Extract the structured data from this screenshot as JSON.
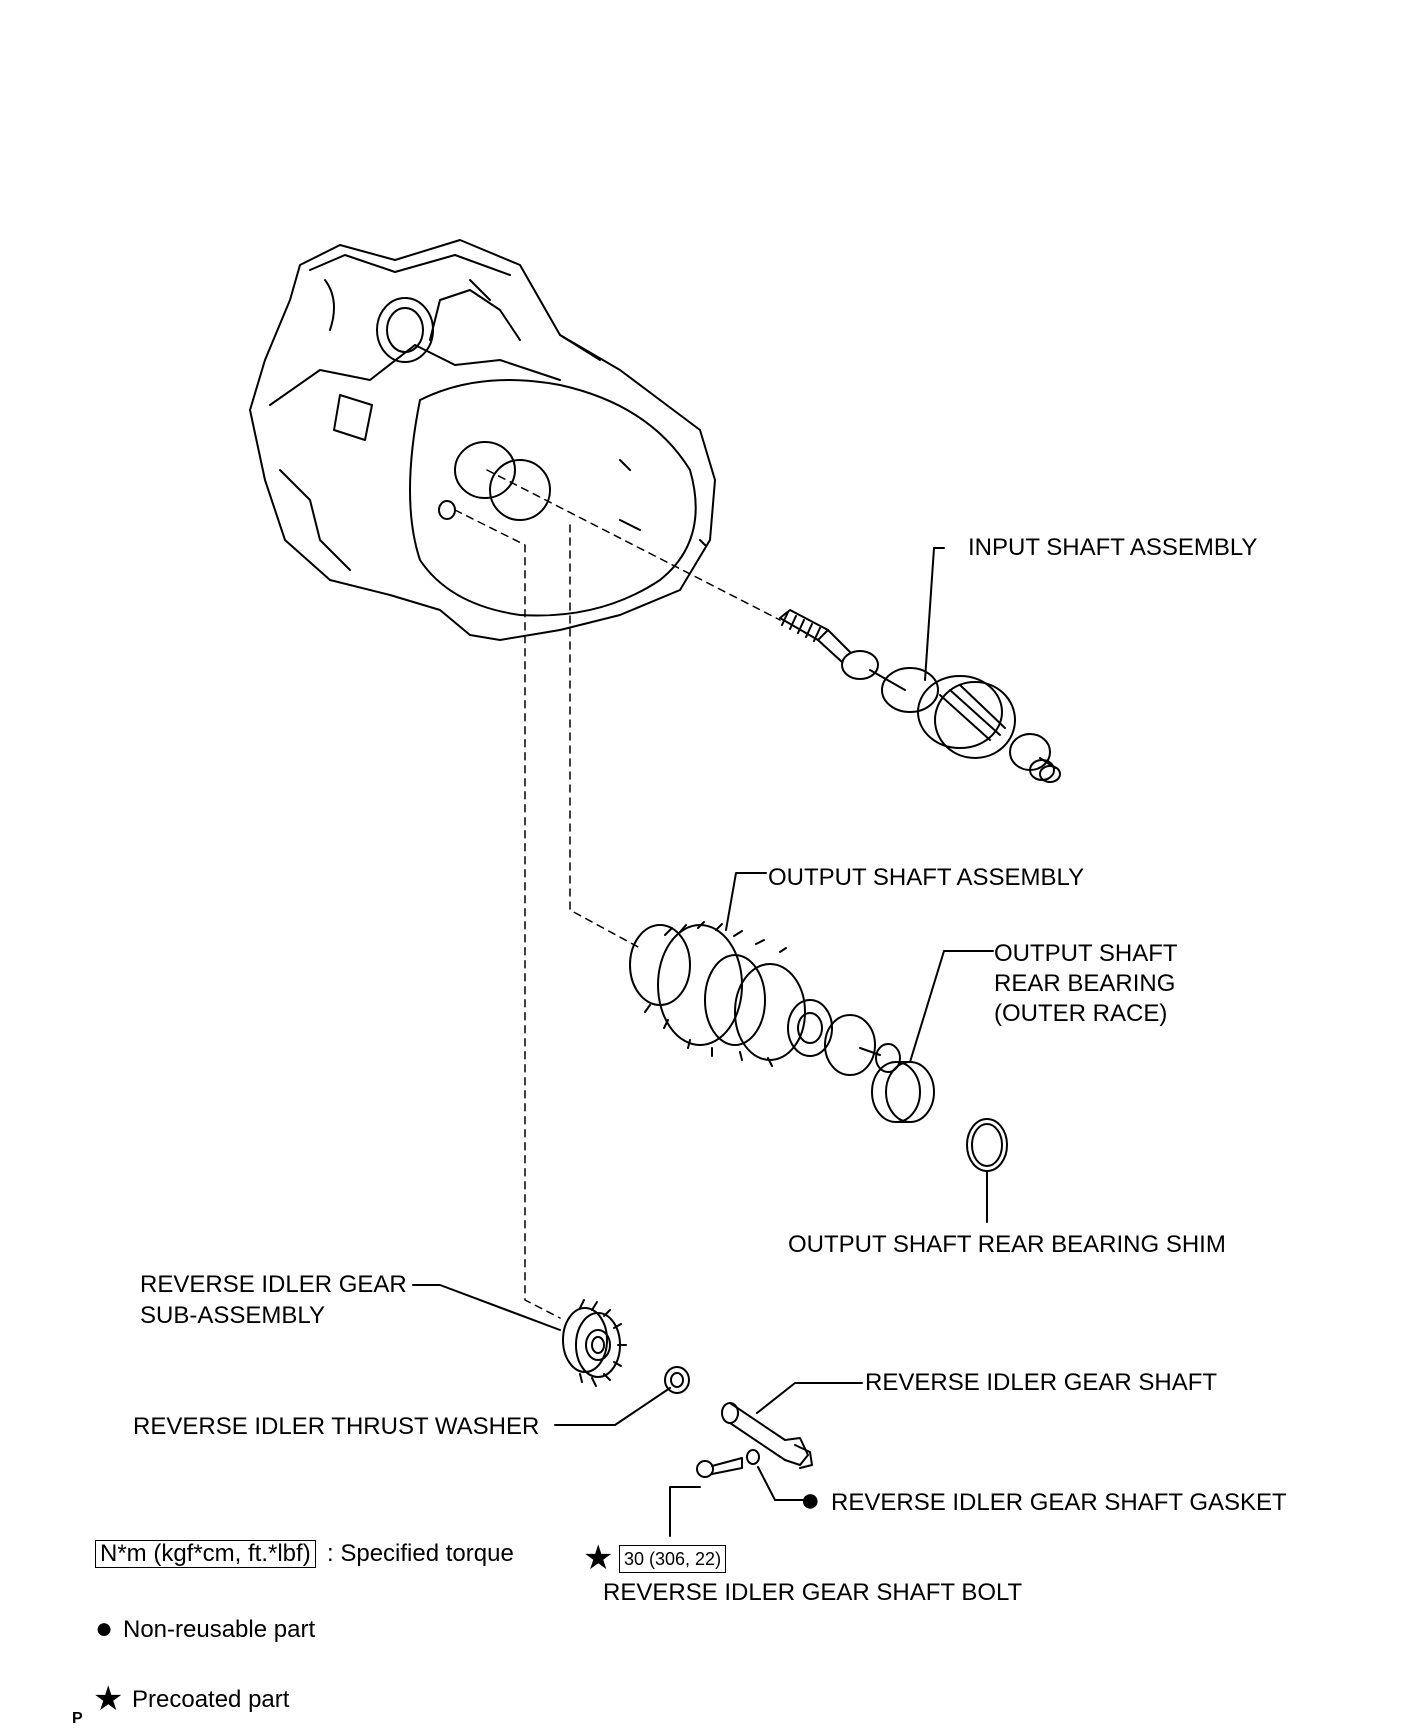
{
  "labels": {
    "input_shaft": "INPUT SHAFT ASSEMBLY",
    "output_shaft": "OUTPUT SHAFT ASSEMBLY",
    "rear_bearing_l1": "OUTPUT SHAFT",
    "rear_bearing_l2": "REAR BEARING",
    "rear_bearing_l3": "(OUTER RACE)",
    "bearing_shim": "OUTPUT SHAFT REAR BEARING SHIM",
    "idler_gear_l1": "REVERSE IDLER GEAR",
    "idler_gear_l2": "SUB-ASSEMBLY",
    "thrust_washer": "REVERSE IDLER THRUST WASHER",
    "idler_shaft": "REVERSE IDLER GEAR SHAFT",
    "shaft_gasket": "REVERSE IDLER GEAR SHAFT GASKET",
    "shaft_bolt": "REVERSE IDLER GEAR SHAFT BOLT"
  },
  "torque": {
    "bolt_value": "30 (306, 22)"
  },
  "legend": {
    "torque_unit": "N*m (kgf*cm, ft.*lbf)",
    "torque_desc": ": Specified torque",
    "non_reusable": "Non-reusable part",
    "precoated": "Precoated part"
  },
  "footer": {
    "corner_mark": "P"
  }
}
